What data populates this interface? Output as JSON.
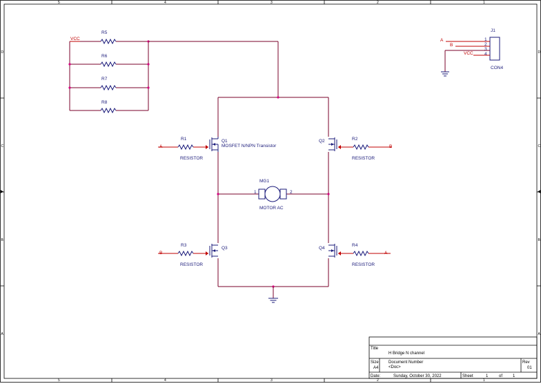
{
  "border": {
    "columns": [
      "5",
      "4",
      "3",
      "2",
      "1"
    ],
    "rows": [
      "D",
      "C",
      "B",
      "A"
    ]
  },
  "resistors": [
    {
      "ref": "R5"
    },
    {
      "ref": "R6"
    },
    {
      "ref": "R7"
    },
    {
      "ref": "R8"
    },
    {
      "ref": "R1",
      "value": "RESISTOR"
    },
    {
      "ref": "R2",
      "value": "RESISTOR"
    },
    {
      "ref": "R3",
      "value": "RESISTOR"
    },
    {
      "ref": "R4",
      "value": "RESISTOR"
    }
  ],
  "transistors": [
    {
      "ref": "Q1",
      "value": "MOSFET N/NPN Transistor"
    },
    {
      "ref": "Q2"
    },
    {
      "ref": "Q3"
    },
    {
      "ref": "Q4"
    }
  ],
  "motor": {
    "ref": "MG1",
    "value": "MOTOR AC",
    "pin1": "1",
    "pin2": "2"
  },
  "nets": {
    "vcc": "VCC",
    "a": "A",
    "b": "B"
  },
  "connector": {
    "ref": "J1",
    "value": "CON4",
    "pins": [
      "1",
      "2",
      "3",
      "4"
    ],
    "nets": [
      "A",
      "B",
      "",
      "VCC"
    ]
  },
  "title_block": {
    "title_label": "Title",
    "title": "H Bridge N channel",
    "size_label": "Size",
    "size": "A4",
    "docnum_label": "Document Number",
    "docnum": "<Doc>",
    "rev_label": "Rev",
    "rev": "01",
    "date_label": "Date:",
    "date": "Sunday, October 30, 2022",
    "sheet_label": "Sheet",
    "sheet": "1",
    "of_label": "of",
    "of": "1"
  }
}
